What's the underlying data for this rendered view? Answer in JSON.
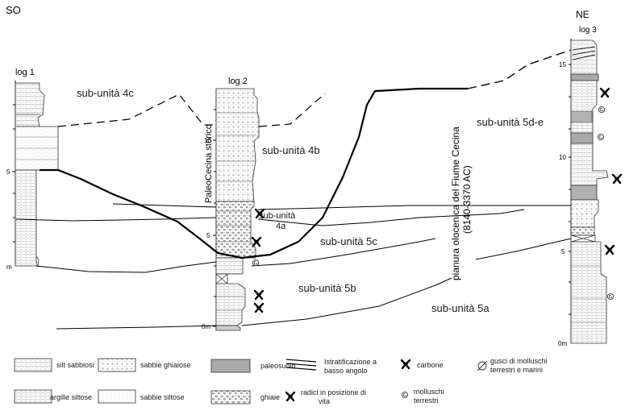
{
  "orientation": {
    "left": "SO",
    "right": "NE"
  },
  "logs": [
    {
      "label": "log 1",
      "ticks": [
        "5",
        "m"
      ]
    },
    {
      "label": "log 2",
      "ticks": [
        "10",
        "5",
        "0m"
      ]
    },
    {
      "label": "log 3",
      "ticks": [
        "15",
        "10",
        "5",
        "0m"
      ]
    }
  ],
  "units": {
    "u4c": "sub-unità 4c",
    "u4b": "sub-unità 4b",
    "u4a_line1": "sub-unità",
    "u4a_line2": "4a",
    "u5c": "sub-unità 5c",
    "u5b": "sub-unità 5b",
    "u5a": "sub-unità 5a",
    "u5de": "sub-unità 5d-e"
  },
  "vertical_labels": {
    "paleocecina": "PaleoCecina storico",
    "pianura_line1": "pianura olocenica del Fiume Cecina",
    "pianura_line2": "(8140-3370 AC)"
  },
  "legend": {
    "silt_sabbiosi": "silt sabbiosi",
    "sabbie_ghiaiose": "sabbie ghiaiose",
    "paleosuolo": "paleosuolo",
    "istratificazione_line1": "Istratificazione a",
    "istratificazione_line2": "basso angolo",
    "carbone": "carbone",
    "gusci_line1": "gusci di molluschi",
    "gusci_line2": "terrestri e marini",
    "argille_siltose": "argille siltose",
    "sabbie_siltose": "sabbie siltose",
    "ghiaie": "ghiaie",
    "radici_line1": "radici in posizione di",
    "radici_line2": "vita",
    "molluschi_line1": "molluschi",
    "molluschi_line2": "terrestri"
  }
}
